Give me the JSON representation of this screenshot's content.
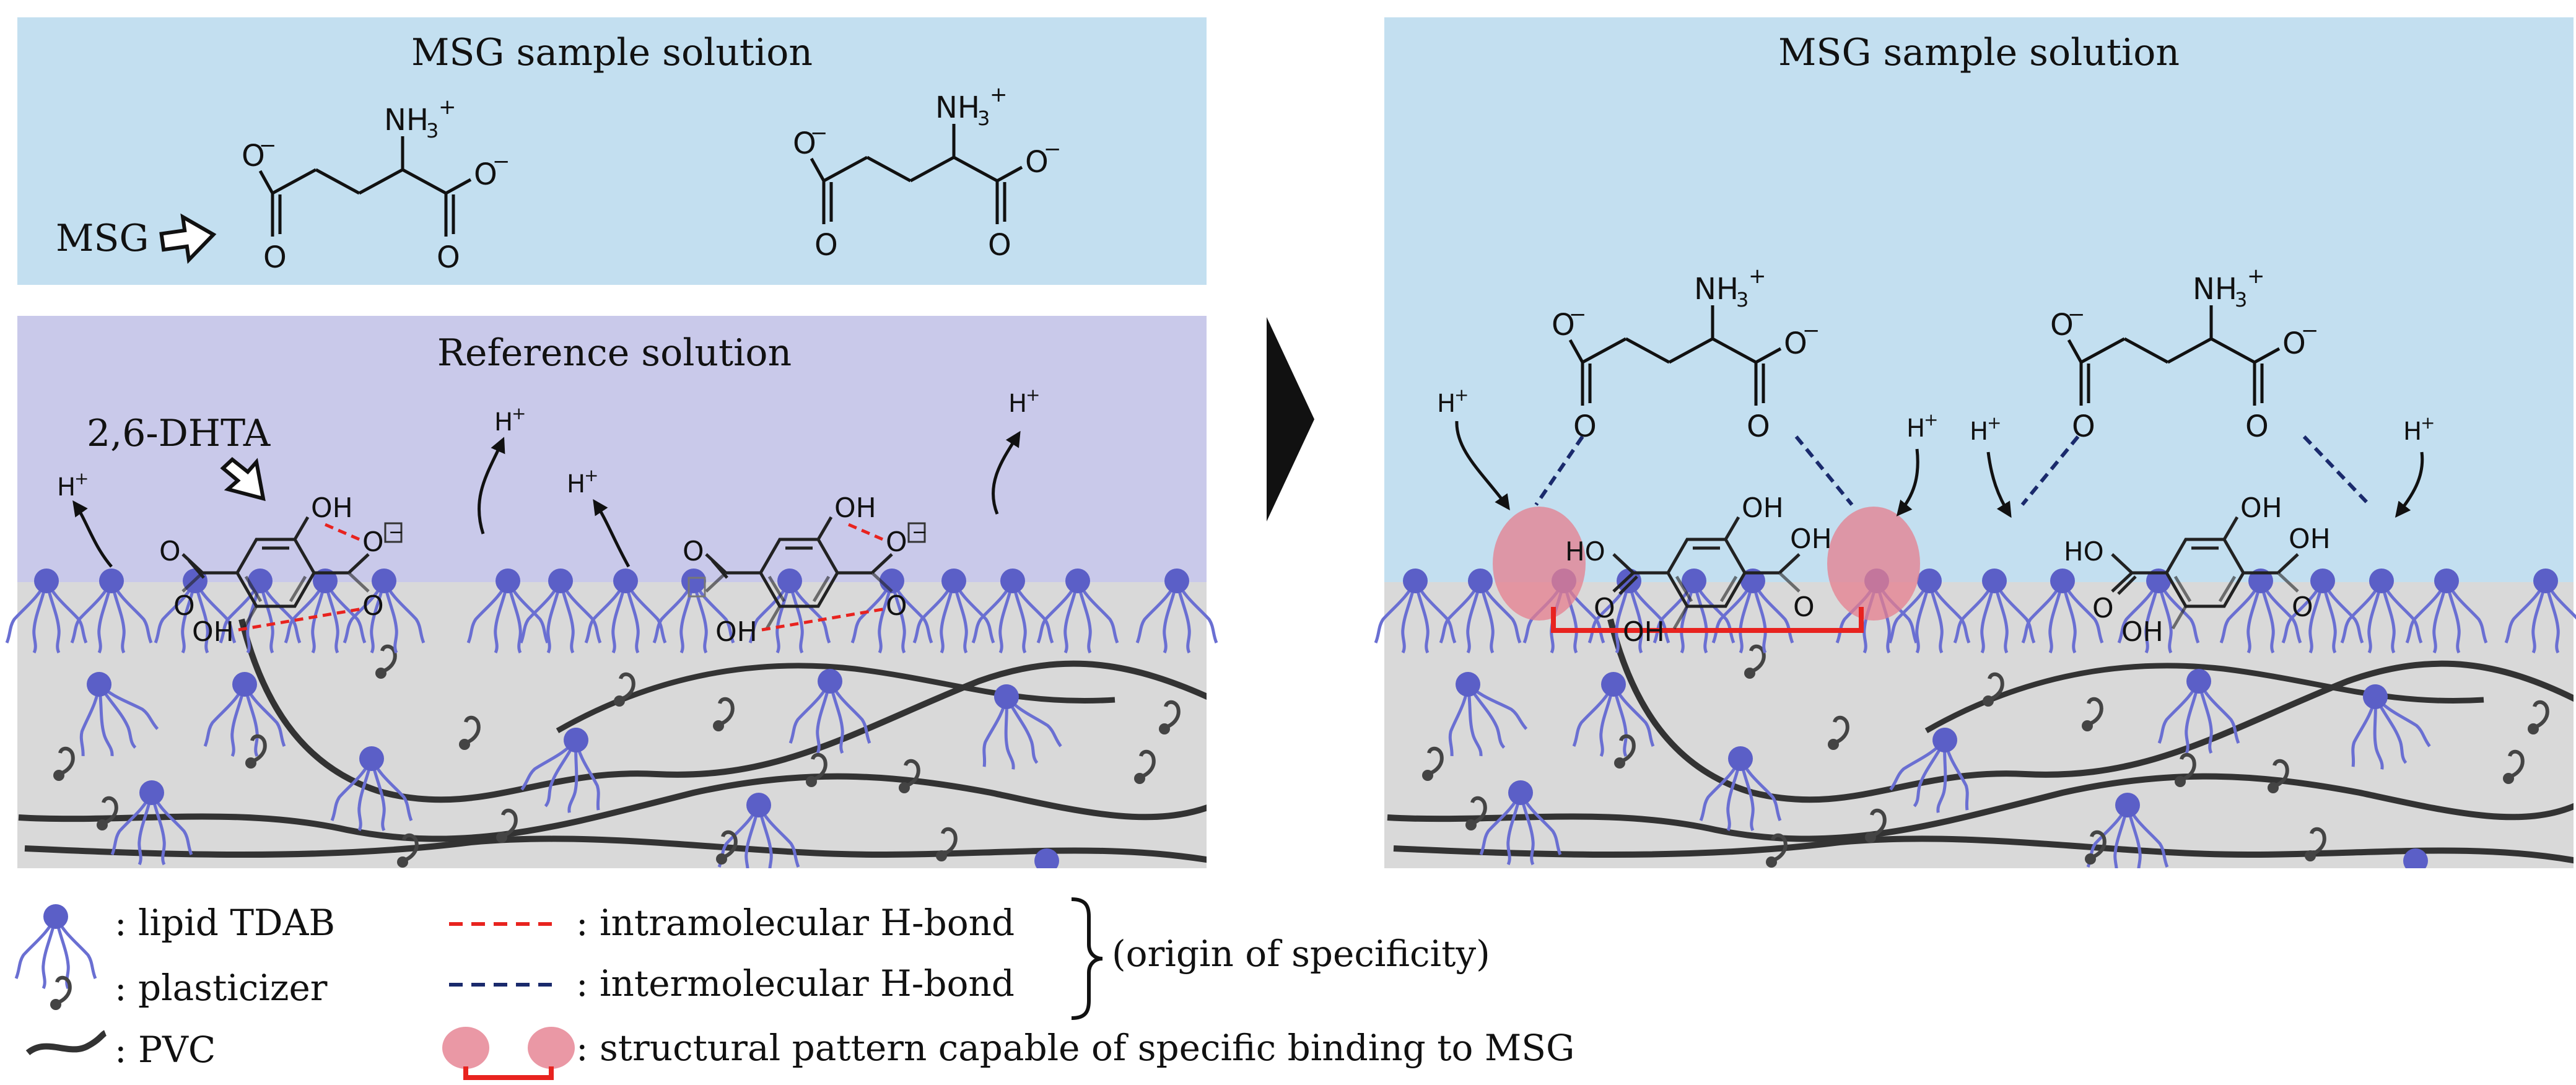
{
  "left_panel": {
    "top_title": "MSG sample solution",
    "msg_label": "MSG",
    "ref_title": "Reference solution",
    "dhta_label": "2,6-DHTA"
  },
  "right_panel": {
    "title": "MSG sample solution"
  },
  "chem": {
    "ammonium": "NH",
    "ammonium_sub": "3",
    "ammonium_sup": "+",
    "carboxylate_o": "O",
    "minus": "−",
    "carbonyl_o": "O",
    "proton": "H",
    "proton_sup": "+",
    "hydroxyl": "OH",
    "hydroxyl_alt": "HO"
  },
  "legend": {
    "lipid": ": lipid TDAB",
    "plasticizer": ": plasticizer",
    "pvc": ": PVC",
    "intra": ": intramolecular H-bond",
    "inter": ": intermolecular H-bond",
    "origin": "(origin of specificity)",
    "pattern": ": structural pattern capable of specific binding to MSG"
  },
  "colors": {
    "solution_blue": "#c3dff0",
    "reference_purple": "#c9c9ea",
    "membrane_gray": "#d9d9d9",
    "lipid": "#5b5fc7",
    "intra_hbond": "#e8231f",
    "inter_hbond": "#1a2a6c",
    "binding_pattern": "#e57e8e",
    "pvc": "#333333"
  }
}
